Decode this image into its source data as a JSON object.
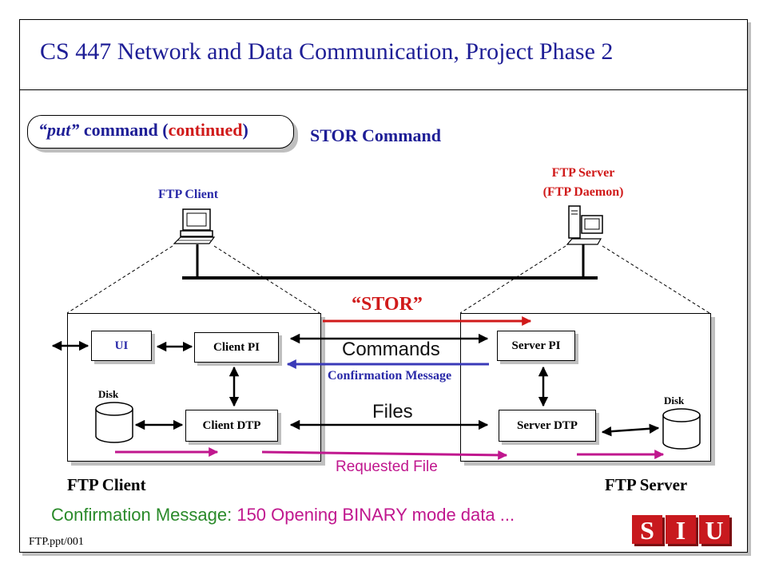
{
  "slide": {
    "title": "CS 447 Network and Data Communication,  Project Phase 2",
    "slide_id": "FTP.ppt/001"
  },
  "badge": {
    "put_word": "“put”",
    "command_word": " command (",
    "continued_word": "continued",
    "close_paren": ")"
  },
  "heading": "STOR Command",
  "hosts": {
    "client_label": "FTP Client",
    "server_label_line1": "FTP Server",
    "server_label_line2": "(FTP Daemon)"
  },
  "client_panel": {
    "ui": "UI",
    "pi": "Client PI",
    "dtp": "Client DTP",
    "disk": "Disk",
    "footer": "FTP Client"
  },
  "server_panel": {
    "pi": "Server PI",
    "dtp": "Server DTP",
    "disk": "Disk",
    "footer": "FTP Server"
  },
  "flows": {
    "stor": "“STOR”",
    "commands": "Commands",
    "confirmation": "Confirmation Message",
    "files": "Files",
    "requested_file": "Requested File"
  },
  "bottom": {
    "label": "Confirmation Message: ",
    "value": "150 Opening BINARY mode data ..."
  },
  "logo": {
    "letters": [
      "S",
      "I",
      "U"
    ]
  },
  "colors": {
    "title": "#1e1e96",
    "red": "#d01a1a",
    "blue_arrow": "#3a3ab8",
    "magenta": "#c0178e",
    "green": "#2a8a2a",
    "logo_red": "#c8191e"
  }
}
